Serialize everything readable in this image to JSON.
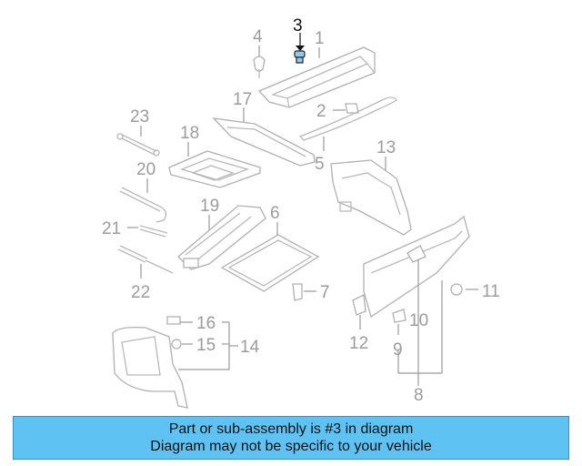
{
  "diagram": {
    "highlight_color": "#111111",
    "callouts": {
      "c1": "1",
      "c2": "2",
      "c3": "3",
      "c4": "4",
      "c5": "5",
      "c6": "6",
      "c7": "7",
      "c8": "8",
      "c9": "9",
      "c10": "10",
      "c11": "11",
      "c12": "12",
      "c13": "13",
      "c14": "14",
      "c15": "15",
      "c16": "16",
      "c17": "17",
      "c18": "18",
      "c19": "19",
      "c20": "20",
      "c21": "21",
      "c22": "22",
      "c23": "23"
    }
  },
  "banner": {
    "line1": "Part or sub-assembly is #3 in diagram",
    "line2": "Diagram may not be specific to your vehicle",
    "color": "#5ec2f2"
  }
}
